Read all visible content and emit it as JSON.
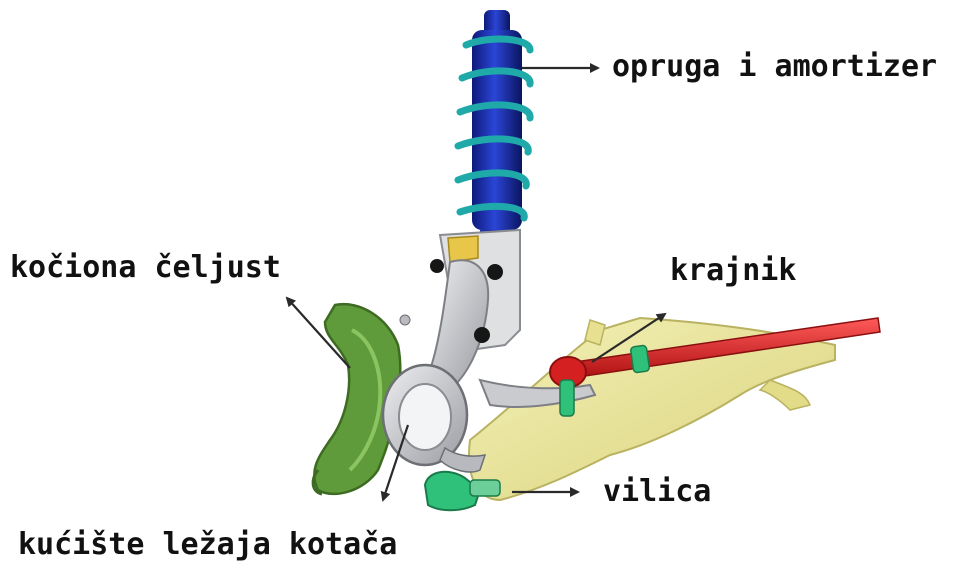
{
  "labels": {
    "spring": "opruga i amortizer",
    "caliper": "kočiona čeljust",
    "tie_rod_end": "krajnik",
    "control_arm": "vilica",
    "knuckle": "kućište ležaja kotača"
  },
  "colors": {
    "shock_absorber": "#1a2fa8",
    "coil_spring": "#1fa9a9",
    "caliper": "#5f9b3a",
    "knuckle": "#c4c6ca",
    "control_arm": "#e9e596",
    "tie_rod": "#d42020",
    "ball_joint": "#2fc07a",
    "arrow": "#2a2a2a",
    "text": "#111111"
  }
}
